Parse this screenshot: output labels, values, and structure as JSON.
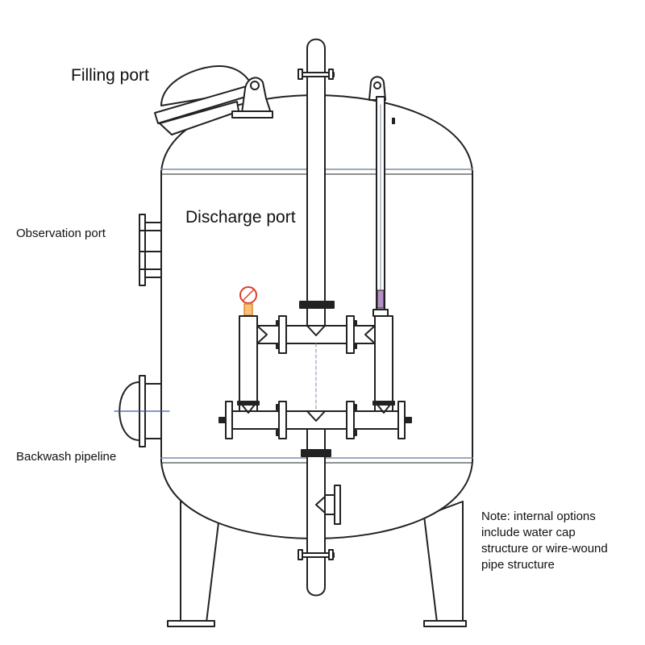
{
  "labels": {
    "filling_port": "Filling port",
    "discharge_port": "Discharge port",
    "observation_port": "Observation port",
    "backwash_pipeline": "Backwash pipeline"
  },
  "note": {
    "lines": [
      "Note: internal options",
      "include water cap",
      "structure or wire-wound",
      "pipe structure"
    ]
  },
  "colors": {
    "line": "#222222",
    "seam": "#7a8ea8",
    "gauge": "#d9402b",
    "gauge_fitting": "#e08a2c",
    "sight_glass": "#b58fc8"
  }
}
